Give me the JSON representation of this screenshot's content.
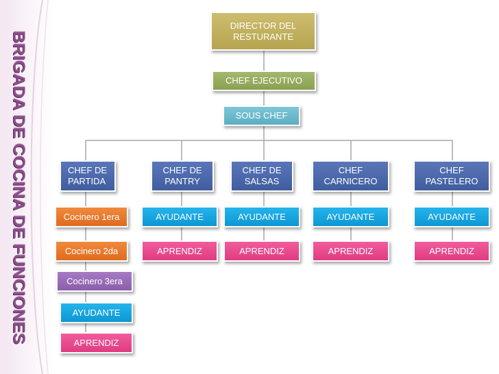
{
  "title": "BRIGADA DE COCINA DE FUNCIONES",
  "director": "DIRECTOR DEL\nRESTURANTE",
  "chef_ejecutivo": "CHEF EJECUTIVO",
  "sous_chef": "SOUS CHEF",
  "columns": [
    {
      "head": "CHEF DE\nPARTIDA",
      "items": [
        "Cocinero 1era",
        "Cocinero 2da",
        "Cocinero 3era",
        "AYUDANTE",
        "APRENDIZ"
      ]
    },
    {
      "head": "CHEF DE\nPANTRY",
      "items": [
        "AYUDANTE",
        "APRENDIZ"
      ]
    },
    {
      "head": "CHEF DE\nSALSAS",
      "items": [
        "AYUDANTE",
        "APRENDIZ"
      ]
    },
    {
      "head": "CHEF\nCARNICERO",
      "items": [
        "AYUDANTE",
        "APRENDIZ"
      ]
    },
    {
      "head": "CHEF\nPASTELERO",
      "items": [
        "AYUDANTE",
        "APRENDIZ"
      ]
    }
  ],
  "colors": {
    "title": "#8a4f8a",
    "director": "#c2b15c",
    "chef_ejecutivo": "#97ac5e",
    "sous_chef": "#6cb9cc",
    "chef_de": "#4c69ab",
    "cocinero_1": "#e97a2e",
    "cocinero_2": "#e97a2e",
    "cocinero_3": "#9b6cb8",
    "ayudante": "#1aa6df",
    "aprendiz": "#e84c8f",
    "connector": "#a6a6a6"
  }
}
